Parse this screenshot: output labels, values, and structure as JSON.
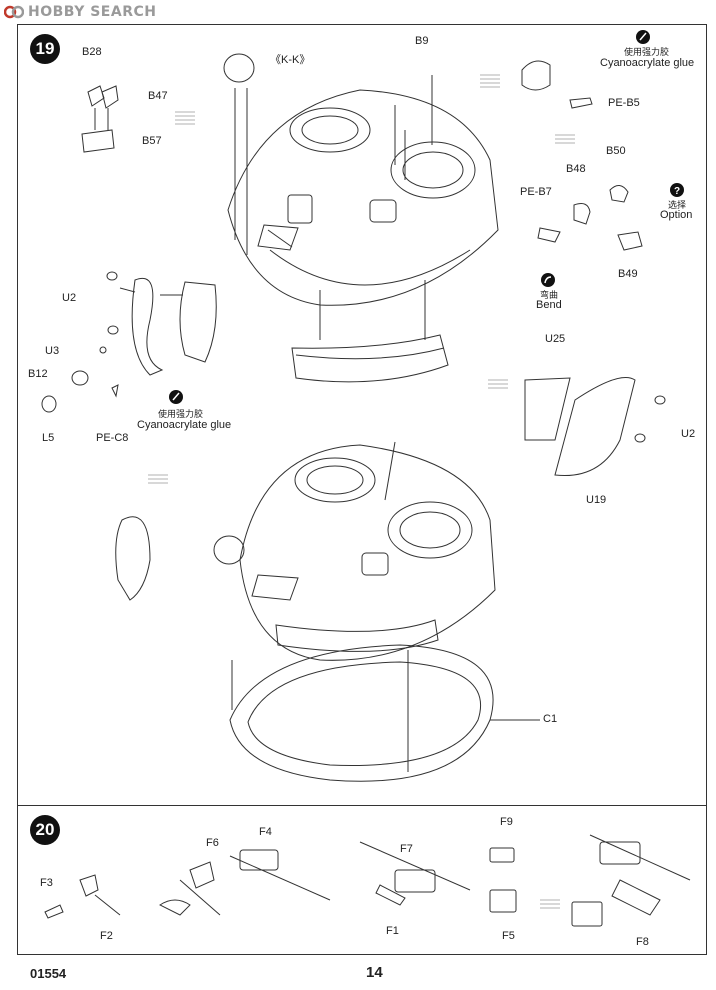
{
  "watermark": "HOBBY SEARCH",
  "steps": {
    "s19": "19",
    "s20": "20"
  },
  "labels": {
    "b28": "B28",
    "b47": "B47",
    "b57": "B57",
    "kk": "《K-K》",
    "b9": "B9",
    "u2_left": "U2",
    "u3": "U3",
    "b12": "B12",
    "l5": "L5",
    "pec8": "PE-C8",
    "glue_cn_1": "使用强力胶",
    "glue_en_1": "Cyanoacrylate glue",
    "glue_cn_2": "使用强力胶",
    "glue_en_2": "Cyanoacrylate glue",
    "peb5": "PE-B5",
    "b50": "B50",
    "b48": "B48",
    "peb7": "PE-B7",
    "option_cn": "选择",
    "option_en": "Option",
    "b49": "B49",
    "bend_cn": "弯曲",
    "bend_en": "Bend",
    "u25": "U25",
    "u2_right": "U2",
    "u19": "U19",
    "c1": "C1",
    "f9": "F9",
    "f6": "F6",
    "f4": "F4",
    "f7": "F7",
    "f3": "F3",
    "f2": "F2",
    "f1": "F1",
    "f5": "F5",
    "f8": "F8"
  },
  "icons": [
    "glue-icon",
    "question-icon",
    "bend-icon"
  ],
  "footer": {
    "kit_number": "01554",
    "page_number": "14"
  }
}
